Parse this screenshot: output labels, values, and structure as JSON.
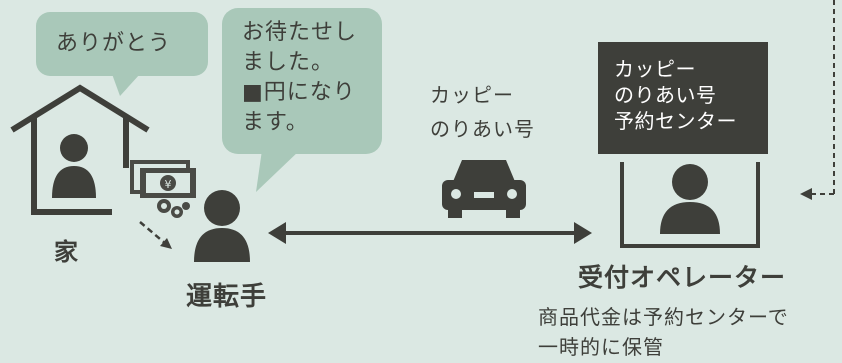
{
  "bubbles": {
    "home": "ありがとう",
    "driver": "お待たせし\nました。\n■円になり\nます。"
  },
  "route_label": "カッピー\nのりあい号",
  "center_box": "カッピー\nのりあい号\n予約センター",
  "labels": {
    "home": "家",
    "driver": "運転手",
    "operator": "受付オペレーター"
  },
  "note": "商品代金は予約センターで\n一時的に保管",
  "currency_symbol": "¥",
  "colors": {
    "background": "#dbe8e3",
    "bubble": "#a9c8b9",
    "dark": "#3e3f3a",
    "money": "#4a4b46"
  }
}
